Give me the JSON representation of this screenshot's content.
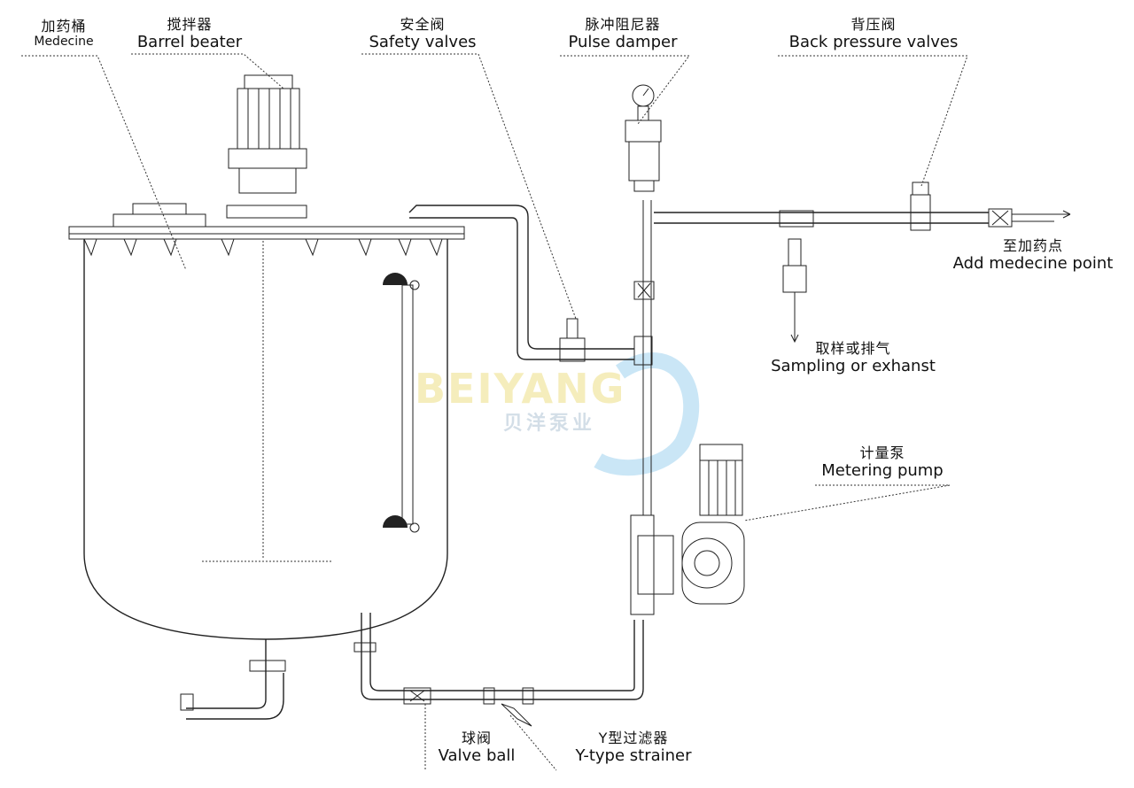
{
  "labels": {
    "medicine_tank": {
      "zh": "加药桶",
      "en": "Medecine"
    },
    "barrel_beater": {
      "zh": "搅拌器",
      "en": "Barrel beater"
    },
    "safety_valves": {
      "zh": "安全阀",
      "en": "Safety valves"
    },
    "pulse_damper": {
      "zh": "脉冲阻尼器",
      "en": "Pulse damper"
    },
    "back_pressure_valves": {
      "zh": "背压阀",
      "en": "Back pressure valves"
    },
    "add_medecine_point": {
      "zh": "至加药点",
      "en": "Add medecine point"
    },
    "sampling_or_exhaust": {
      "zh": "取样或排气",
      "en": "Sampling or exhanst"
    },
    "metering_pump": {
      "zh": "计量泵",
      "en": "Metering pump"
    },
    "valve_ball": {
      "zh": "球阀",
      "en": "Valve ball"
    },
    "y_type_strainer": {
      "zh": "Y型过滤器",
      "en": "Y-type strainer"
    }
  },
  "watermark": {
    "brand": "BEIYANG",
    "zh": "贝洋泵业"
  },
  "colors": {
    "line": "#222222",
    "watermark": "#9fd1ef",
    "watermark_text": "#f2e7a6"
  }
}
